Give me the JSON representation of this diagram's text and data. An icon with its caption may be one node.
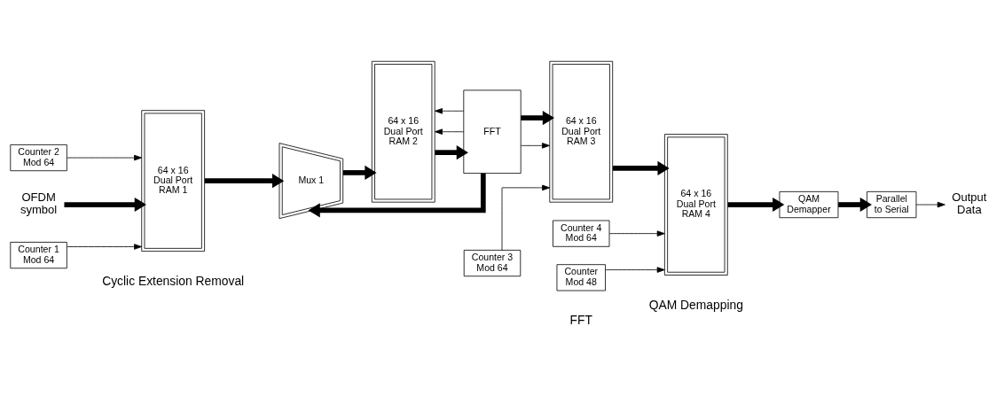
{
  "diagram": {
    "nodes": [
      {
        "text": [
          "Counter 2 Mod 64"
        ]
      },
      {
        "text": [
          "OFDM symbol"
        ]
      },
      {
        "text": [
          "Counter 1 Mod 64"
        ]
      },
      {
        "text": [
          "64 x 16 Dual Port RAM 1"
        ]
      },
      {
        "text": [
          "Mux 1"
        ]
      },
      {
        "text": [
          "64 x 16 Dual Port RAM 2"
        ]
      },
      {
        "text": [
          "FFT"
        ]
      },
      {
        "text": [
          "64 x 16 Dual Port RAM 3"
        ]
      },
      {
        "text": [
          "Counter 3 Mod 64"
        ]
      },
      {
        "text": [
          "Counter 4 Mod 64"
        ]
      },
      {
        "text": [
          "64 x 16 Dual Port RAM 4"
        ]
      },
      {
        "text": [
          "Counter Mod 48"
        ]
      },
      {
        "text": [
          "QAM Demapper"
        ]
      },
      {
        "text": [
          "Parallel to Serial"
        ]
      },
      {
        "text": [
          "Output Data"
        ]
      }
    ],
    "edges": [
      {
        "from": 1,
        "to": 3,
        "arrow": "to",
        "style": "thick"
      },
      {
        "from": 0,
        "to": 3,
        "arrow": "to"
      },
      {
        "from": 2,
        "to": 3,
        "arrow": "to"
      },
      {
        "from": 3,
        "to": 4,
        "arrow": "to",
        "style": "thick"
      },
      {
        "from": 4,
        "to": 5,
        "arrow": "to",
        "style": "thick"
      },
      {
        "from": 5,
        "to": 6,
        "arrow": "to",
        "style": "thick"
      },
      {
        "from": 6,
        "to": 4,
        "arrow": "to",
        "style": "thick"
      },
      {
        "from": 6,
        "to": 5,
        "arrow": "to"
      },
      {
        "from": 6,
        "to": 5,
        "arrow": "to"
      },
      {
        "from": 6,
        "to": 7,
        "arrow": "to"
      },
      {
        "from": 6,
        "to": 7,
        "arrow": "to",
        "style": "thick"
      },
      {
        "from": 8,
        "to": 7,
        "arrow": "to"
      },
      {
        "from": 7,
        "to": 10,
        "arrow": "to",
        "style": "thick"
      },
      {
        "from": 9,
        "to": 10,
        "arrow": "to"
      },
      {
        "from": 11,
        "to": 10,
        "arrow": "to"
      },
      {
        "from": 10,
        "to": 12,
        "arrow": "to",
        "style": "thick"
      },
      {
        "from": 12,
        "to": 13,
        "arrow": "to",
        "style": "thick"
      },
      {
        "from": 13,
        "to": 14,
        "arrow": "to"
      }
    ],
    "labels": [
      "Cyclic Extension Removal",
      "FFT",
      "QAM Demapping"
    ]
  }
}
